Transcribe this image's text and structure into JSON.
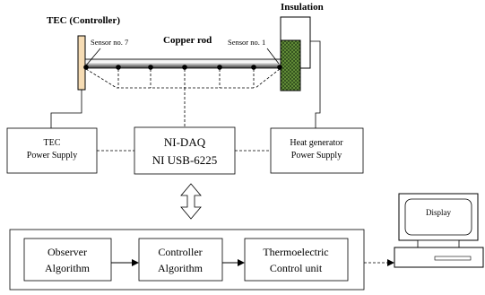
{
  "labels": {
    "tec_controller": "TEC (Controller)",
    "insulation": "Insulation",
    "copper_rod": "Copper rod",
    "sensor_7": "Sensor no. 7",
    "sensor_1": "Sensor no. 1"
  },
  "boxes": {
    "tec_power_supply": {
      "line1": "TEC",
      "line2": "Power Supply"
    },
    "daq": {
      "line1": "NI-DAQ",
      "line2": "NI USB-6225"
    },
    "heat_generator": {
      "line1": "Heat generator",
      "line2": "Power Supply"
    },
    "observer": {
      "line1": "Observer",
      "line2": "Algorithm"
    },
    "controller": {
      "line1": "Controller",
      "line2": "Algorithm"
    },
    "thermoelectric": {
      "line1": "Thermoelectric",
      "line2": "Control unit"
    }
  },
  "display": {
    "label": "Display"
  },
  "sensor_count": 7,
  "colors": {
    "tec_plate": "#f6dcb4",
    "insulation": "#4f7a2e",
    "line": "#000000"
  }
}
